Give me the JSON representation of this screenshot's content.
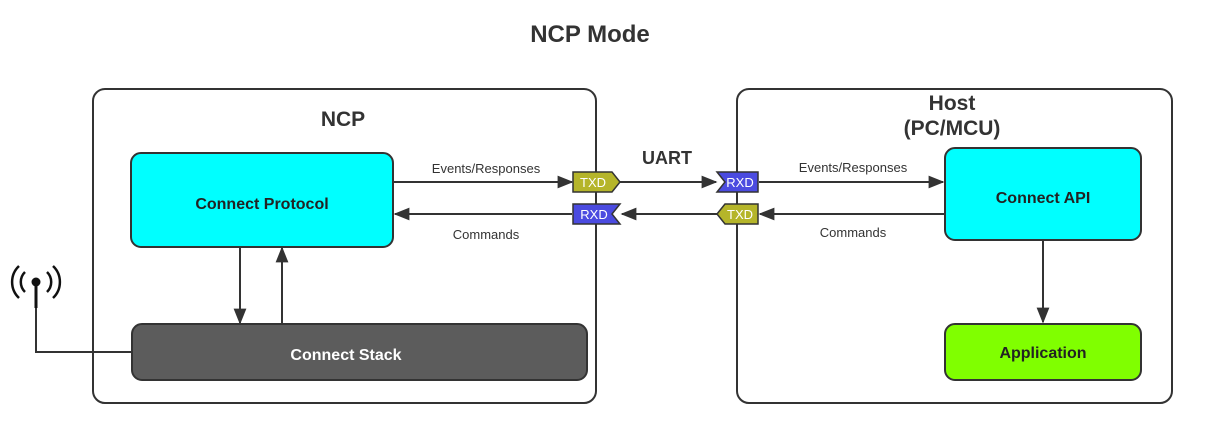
{
  "title": "NCP Mode",
  "ncp": {
    "label": "NCP",
    "connect_protocol": "Connect Protocol",
    "connect_stack": "Connect Stack",
    "tx_label": "TXD",
    "rx_label": "RXD"
  },
  "host": {
    "label_line1": "Host",
    "label_line2": "(PC/MCU)",
    "connect_api": "Connect API",
    "application": "Application",
    "rx_label": "RXD",
    "tx_label": "TXD"
  },
  "link": {
    "uart_label": "UART",
    "ncp_events": "Events/Responses",
    "ncp_commands": "Commands",
    "host_events": "Events/Responses",
    "host_commands": "Commands"
  },
  "colors": {
    "protocol_fill": "#00FFFF",
    "stack_fill": "#5C5C5C",
    "application_fill": "#80FF00",
    "txd_fill": "#B5B52A",
    "rxd_fill": "#4B4BE0"
  },
  "icons": {
    "antenna": "antenna-icon"
  }
}
